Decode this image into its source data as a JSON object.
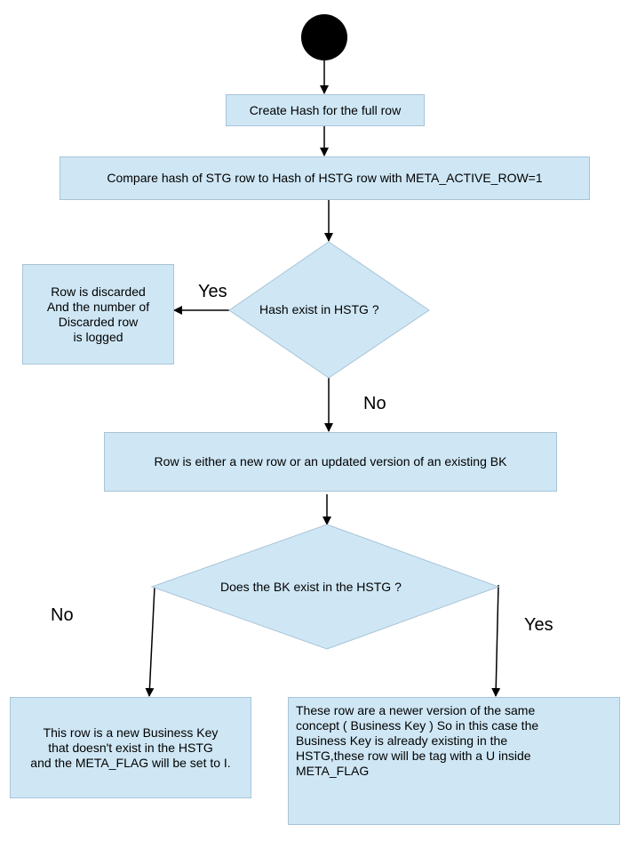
{
  "nodes": {
    "create_hash": "Create Hash for the full row",
    "compare_hash": "Compare hash of STG row to Hash of HSTG row with META_ACTIVE_ROW=1",
    "hash_decision": "Hash exist in HSTG ?",
    "discarded": "Row is discarded\nAnd the number of\nDiscarded row\nis logged",
    "new_or_updated": "Row is either a new row or an updated version of an existing BK",
    "bk_decision": "Does the BK exist in the HSTG ?",
    "new_bk": "This row is a new Business Key\nthat doesn't exist in the HSTG\nand the META_FLAG will be set to I.",
    "newer_version": "These row are a newer version of the same\nconcept ( Business Key ) So in this case the\nBusiness Key is already existing in the\nHSTG,these row will be tag with a U  inside\nMETA_FLAG"
  },
  "edge_labels": {
    "hash_yes": "Yes",
    "hash_no": "No",
    "bk_no": "No",
    "bk_yes": "Yes"
  },
  "colors": {
    "box_fill": "#cfe7f5",
    "box_border": "#a8c4d6",
    "start_node": "#000000"
  }
}
